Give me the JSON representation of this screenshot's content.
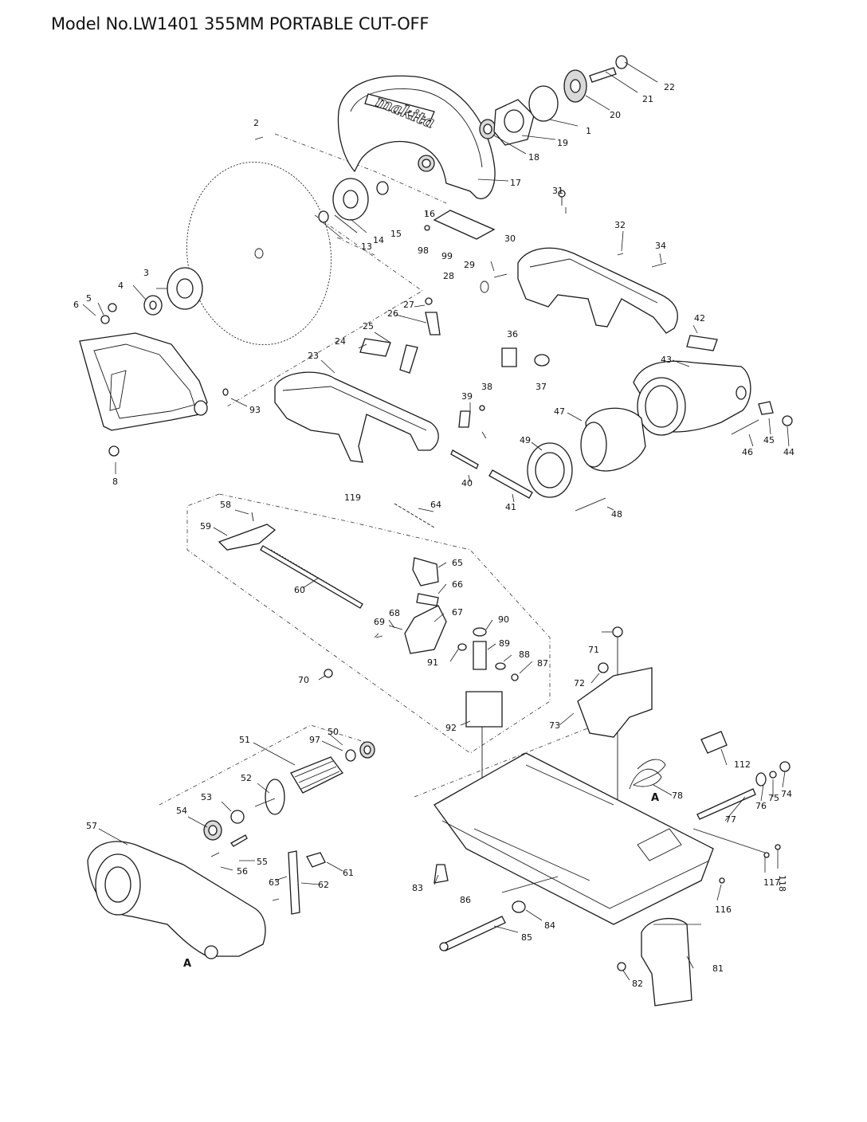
{
  "title": "Model No.LW1401 355MM PORTABLE CUT-OFF",
  "brand_logo_text": "makita",
  "section_marker": "A",
  "callouts": {
    "p1": "1",
    "p2": "2",
    "p3": "3",
    "p4": "4",
    "p5": "5",
    "p6": "6",
    "p8": "8",
    "p13": "13",
    "p14": "14",
    "p15": "15",
    "p16": "16",
    "p17": "17",
    "p18": "18",
    "p19": "19",
    "p20": "20",
    "p21": "21",
    "p22": "22",
    "p23": "23",
    "p24": "24",
    "p25": "25",
    "p26": "26",
    "p27": "27",
    "p28": "28",
    "p29": "29",
    "p30": "30",
    "p31": "31",
    "p32": "32",
    "p34": "34",
    "p36": "36",
    "p37": "37",
    "p38": "38",
    "p39": "39",
    "p40": "40",
    "p41": "41",
    "p42": "42",
    "p43": "43",
    "p44": "44",
    "p45": "45",
    "p46": "46",
    "p47": "47",
    "p48": "48",
    "p49": "49",
    "p50": "50",
    "p51": "51",
    "p52": "52",
    "p53": "53",
    "p54": "54",
    "p55": "55",
    "p56": "56",
    "p57": "57",
    "p58": "58",
    "p59": "59",
    "p60": "60",
    "p61": "61",
    "p62": "62",
    "p63": "63",
    "p64": "64",
    "p65": "65",
    "p66": "66",
    "p67": "67",
    "p68": "68",
    "p69": "69",
    "p70": "70",
    "p71": "71",
    "p72": "72",
    "p73": "73",
    "p74": "74",
    "p75": "75",
    "p76": "76",
    "p77": "77",
    "p78": "78",
    "p81": "81",
    "p82": "82",
    "p83": "83",
    "p84": "84",
    "p85": "85",
    "p86": "86",
    "p87": "87",
    "p88": "88",
    "p89": "89",
    "p90": "90",
    "p91": "91",
    "p92": "92",
    "p93": "93",
    "p97": "97",
    "p98": "98",
    "p99": "99",
    "p112": "112",
    "p116": "116",
    "p117": "117",
    "p118": "118",
    "p119": "119"
  }
}
